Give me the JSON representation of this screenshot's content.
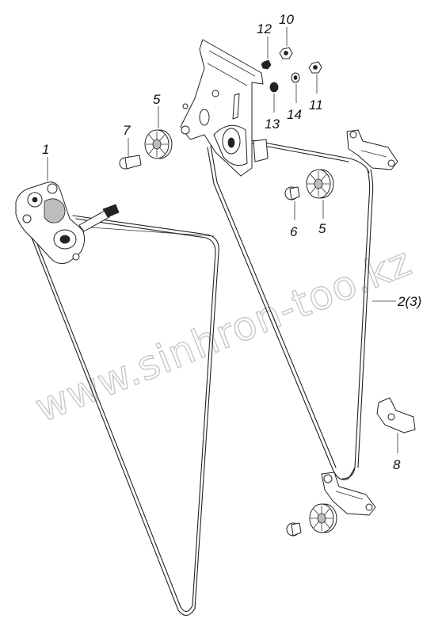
{
  "watermark": "www.sinhron-too.kz",
  "callouts": {
    "c1": "1",
    "c2": "2(3)",
    "c5a": "5",
    "c5b": "5",
    "c6": "6",
    "c7": "7",
    "c8": "8",
    "c10": "10",
    "c11": "11",
    "c12": "12",
    "c13": "13",
    "c14": "14"
  }
}
